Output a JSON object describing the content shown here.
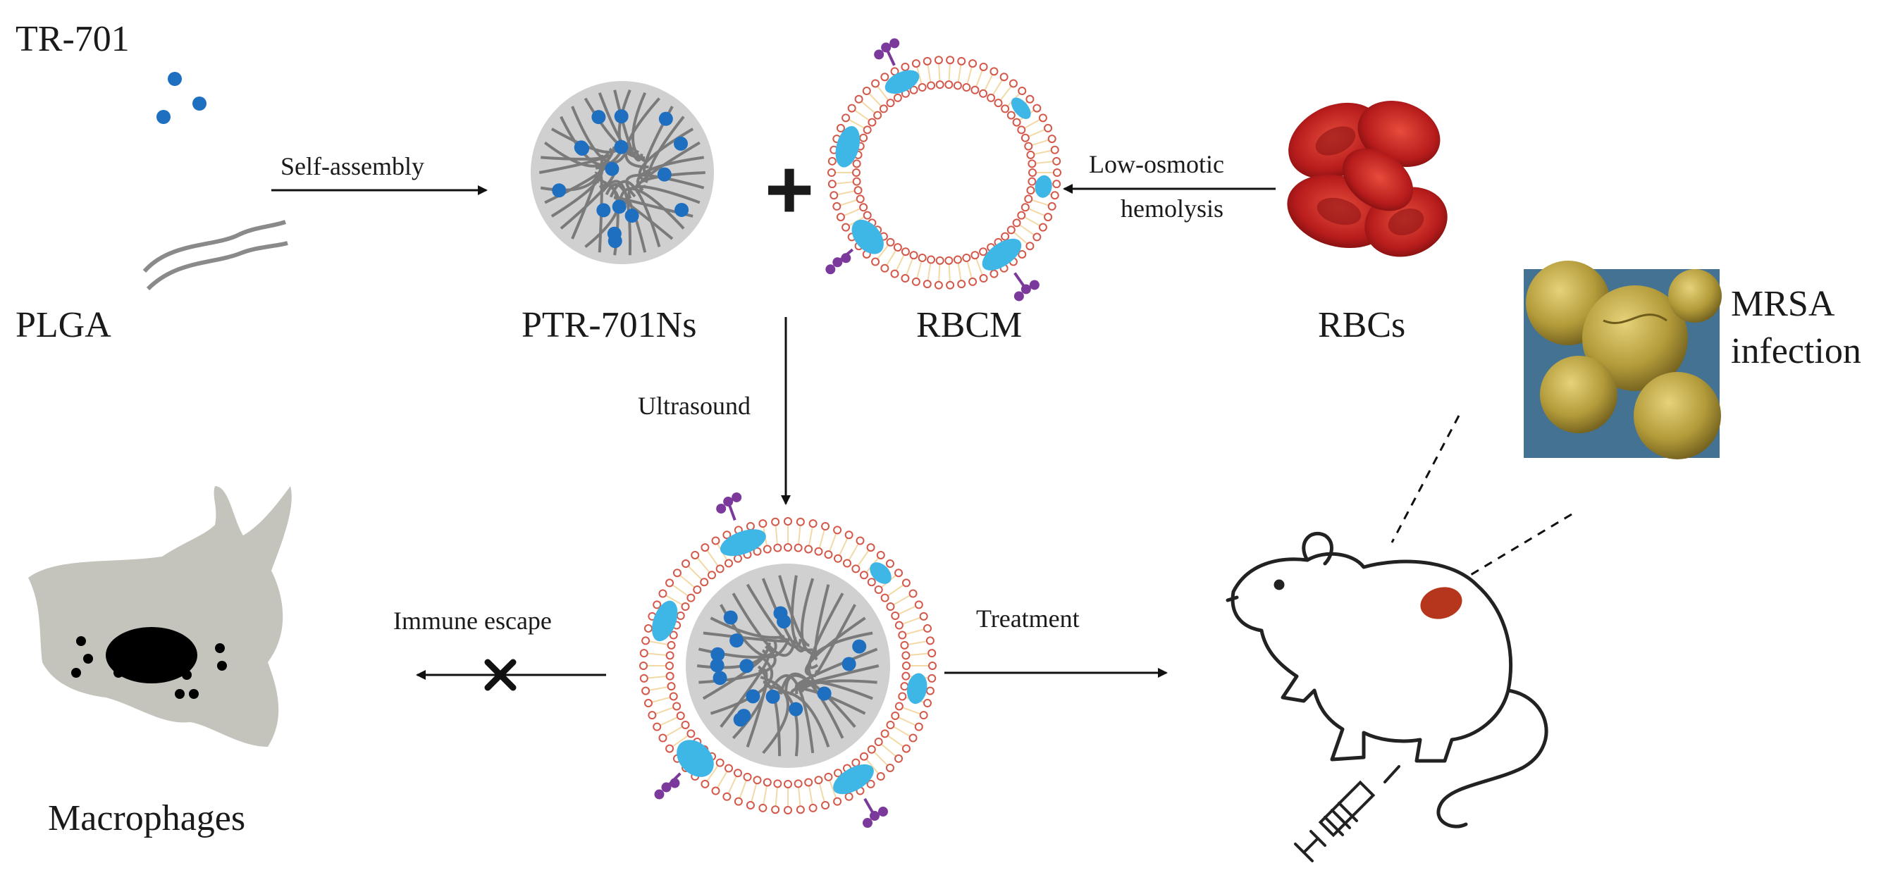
{
  "labels": {
    "tr701": "TR-701",
    "plga": "PLGA",
    "self_assembly": "Self-assembly",
    "ptr701ns": "PTR-701Ns",
    "plus": "+",
    "rbcm": "RBCM",
    "low_osmotic": "Low-osmotic",
    "hemolysis": "hemolysis",
    "rbcs": "RBCs",
    "ultrasound": "Ultrasound",
    "mrsa": "MRSA",
    "infection": "infection",
    "immune_escape": "Immune escape",
    "treatment": "Treatment",
    "macrophages": "Macrophages"
  },
  "colors": {
    "drug_blue": "#1f6fc1",
    "protein_cyan": "#3fb7e6",
    "glycan_purple": "#7b3a9b",
    "lipid_red": "#d4584a",
    "lipid_tail": "#f2d9a6",
    "core_gray": "#d0d0d0",
    "macrophage_gray": "#c4c4bc",
    "rbc_red": "#b71c1c",
    "bacteria_yellow": "#b39b3a",
    "bacteria_bg_blue": "#5aa0cf",
    "infection_patch": "#b5361c"
  }
}
